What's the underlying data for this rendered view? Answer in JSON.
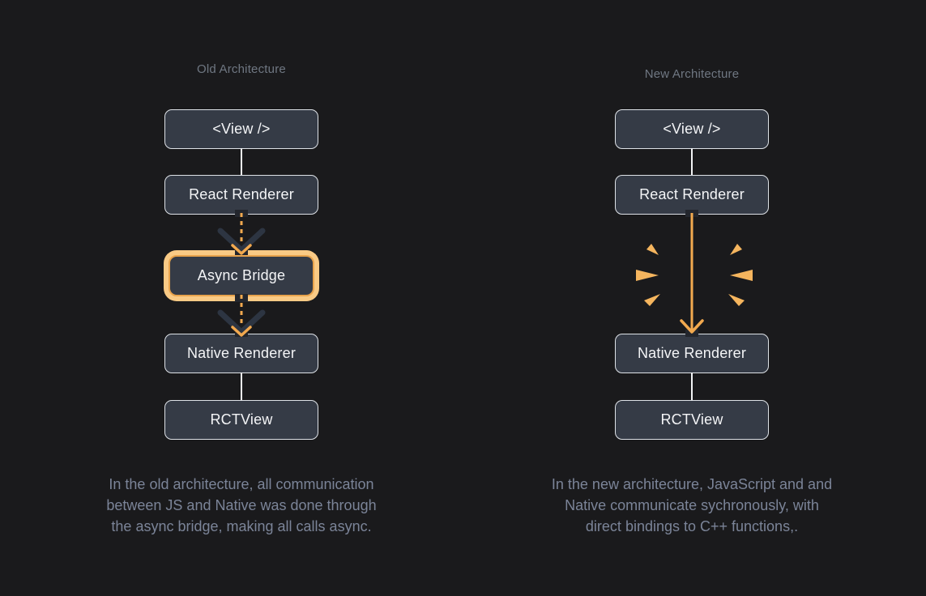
{
  "old": {
    "title": "Old Architecture",
    "nodes": {
      "view": "<View />",
      "react_renderer": "React Renderer",
      "async_bridge": "Async Bridge",
      "native_renderer": "Native Renderer",
      "rctview": "RCTView"
    },
    "caption_lines": [
      "In the old architecture, all communication",
      "between JS and Native was done through",
      "the async bridge, making all calls async."
    ]
  },
  "new": {
    "title": "New Architecture",
    "nodes": {
      "view": "<View />",
      "react_renderer": "React Renderer",
      "native_renderer": "Native Renderer",
      "rctview": "RCTView"
    },
    "caption_lines": [
      "In the new architecture, JavaScript and and",
      "Native communicate sychronously, with",
      "direct bindings to C++ functions,."
    ]
  },
  "colors": {
    "background": "#1a1a1c",
    "node_fill": "#353b46",
    "node_border": "#dee2e7",
    "node_text": "#f4f5f7",
    "title_text": "#6f7782",
    "caption_text": "#7b8498",
    "accent_orange": "#f2a94f",
    "spark_orange": "#f5b55e",
    "bridge_ring_outer": "#f9ca85",
    "bridge_ring_inner": "#e8a34c",
    "chevron_dark": "#2d3542",
    "connector_white": "#f2f3f5"
  },
  "icons": {
    "dashed_arrow": "dashed-arrow-down",
    "sync_arrow": "solid-arrow-down",
    "sparks": "spark-burst"
  }
}
